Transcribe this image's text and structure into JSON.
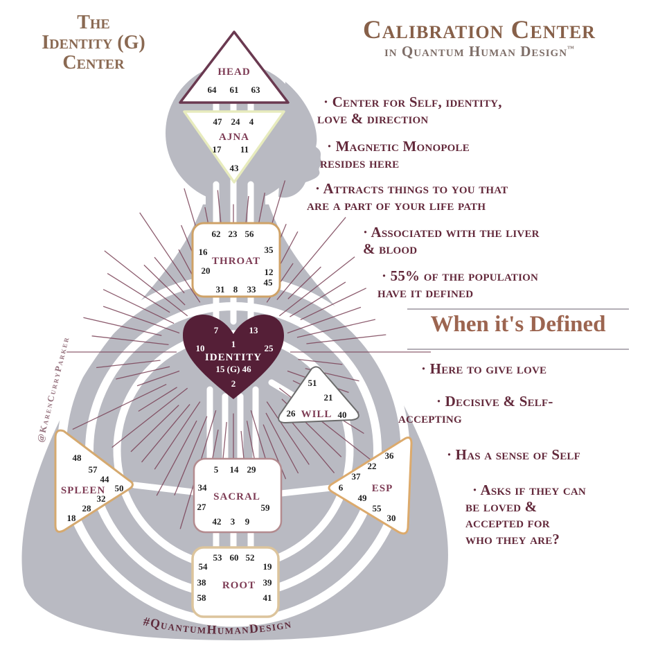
{
  "left_title": "The\nIdentity (G)\nCenter",
  "header": {
    "title": "Calibration Center",
    "subtitle": "in Quantum Human Design",
    "tm": "™"
  },
  "bullets": {
    "b1": "· Center for Self, identity,\nlove & direction",
    "b2": "· Magnetic Monopole\nresides here",
    "b3": "· Attracts things to you that\nare a part of your life path",
    "b4": "· Associated with the liver\n& blood",
    "b5": "· 55% of the population\nhave it defined"
  },
  "defined": {
    "heading": "When it's Defined",
    "d1": "· Here to give love",
    "d2": "· Decisive & Self-\naccepting",
    "d3": "· Has a sense of Self",
    "d4": "· Asks if they can\nbe loved &\naccepted for\nwho they are?"
  },
  "watermarks": {
    "artist": "@KarenCurryParker",
    "hashtag": "#QuantumHumanDesign"
  },
  "centers": {
    "head": {
      "label": "HEAD",
      "gates": [
        "64",
        "61",
        "63"
      ]
    },
    "ajna": {
      "label": "AJNA",
      "gates": [
        "47",
        "24",
        "4",
        "17",
        "11",
        "43"
      ]
    },
    "throat": {
      "label": "THROAT",
      "gates": [
        "62",
        "23",
        "56",
        "16",
        "35",
        "20",
        "12",
        "31",
        "8",
        "33",
        "45"
      ]
    },
    "identity": {
      "label": "IDENTITY",
      "sub": "15 (G) 46",
      "gates": [
        "7",
        "13",
        "1",
        "10",
        "25",
        "2"
      ]
    },
    "will": {
      "label": "WILL",
      "gates": [
        "51",
        "21",
        "26",
        "40"
      ]
    },
    "spleen": {
      "label": "SPLEEN",
      "gates": [
        "48",
        "57",
        "44",
        "50",
        "32",
        "28",
        "18"
      ]
    },
    "sacral": {
      "label": "SACRAL",
      "gates": [
        "5",
        "14",
        "29",
        "34",
        "27",
        "59",
        "42",
        "3",
        "9"
      ]
    },
    "esp": {
      "label": "ESP",
      "gates": [
        "36",
        "22",
        "37",
        "6",
        "49",
        "55",
        "30"
      ]
    },
    "root": {
      "label": "ROOT",
      "gates": [
        "53",
        "60",
        "52",
        "54",
        "19",
        "38",
        "39",
        "58",
        "41"
      ]
    }
  },
  "colors": {
    "maroon_text": "#63293b",
    "brown_title": "#876049",
    "heading_brown": "#9c6550",
    "body_gray": "#b9bac2",
    "heart_fill": "#551f37",
    "ray": "#7a4156",
    "gold_border": "#cfa267",
    "ajna_border": "#e7ebbd",
    "head_border": "#6a3950",
    "root_border": "#dcc49c",
    "sacral_border": "#b38b8f"
  }
}
